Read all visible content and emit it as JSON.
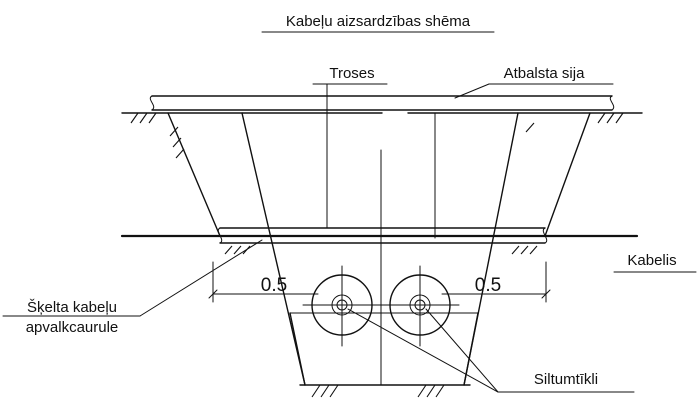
{
  "title": "Kabeļu aizsardzības shēma",
  "labels": {
    "troses": "Troses",
    "atbalsta_sija": "Atbalsta sija",
    "kabelis": "Kabelis",
    "skelta_line1": "Šķelta kabeļu",
    "skelta_line2": "apvalkcaurule",
    "siltumtikli": "Siltumtīkli",
    "dim_left": "0.5",
    "dim_right": "0.5"
  }
}
